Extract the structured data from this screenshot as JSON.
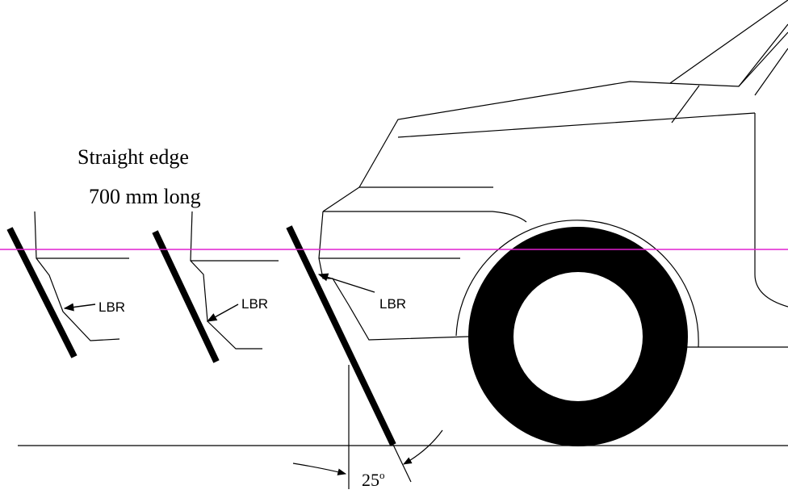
{
  "labels": {
    "straight_edge_line1": "Straight edge",
    "straight_edge_line2": "700 mm long",
    "lbr_1": "LBR",
    "lbr_2": "LBR",
    "lbr_3": "LBR",
    "angle_value": "25",
    "angle_unit": "o"
  },
  "colors": {
    "outline": "#000000",
    "reference_line": "#e020d0",
    "tyre": "#000000",
    "background": "#ffffff"
  }
}
